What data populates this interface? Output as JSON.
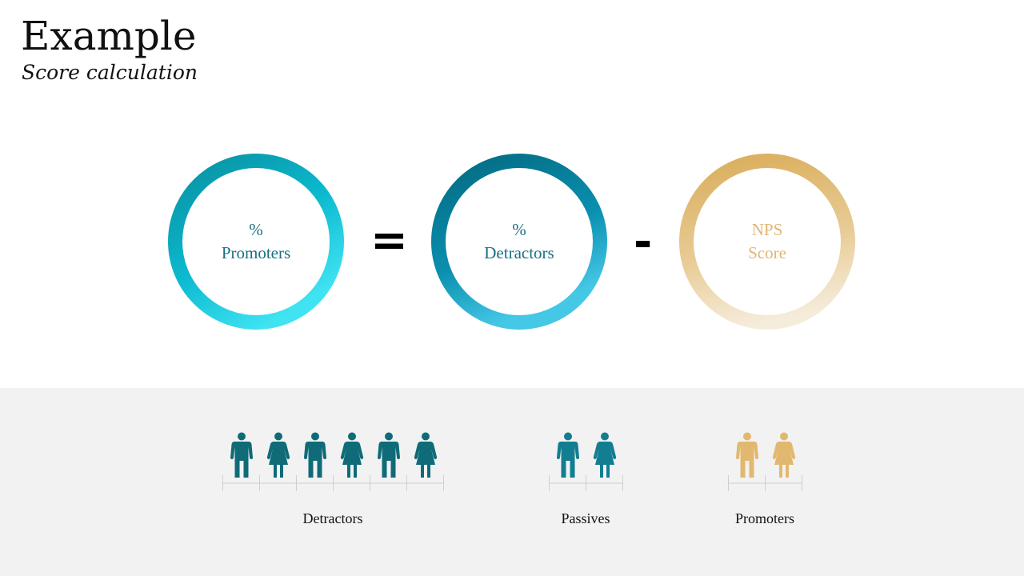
{
  "header": {
    "title": "Example",
    "subtitle": "Score calculation"
  },
  "formula": {
    "circles": [
      {
        "line1": "%",
        "line2": "Promoters",
        "text_color": "#1a6f82"
      },
      {
        "line1": "%",
        "line2": "Detractors",
        "text_color": "#1a6f82"
      },
      {
        "line1": "NPS",
        "line2": "Score",
        "text_color": "#e0b772"
      }
    ],
    "operators": [
      "=",
      "-"
    ]
  },
  "groups": [
    {
      "label": "Detractors",
      "count": 6,
      "color": "#0f6b78"
    },
    {
      "label": "Passives",
      "count": 2,
      "color": "#137d92"
    },
    {
      "label": "Promoters",
      "count": 2,
      "color": "#e2b870"
    }
  ],
  "colors": {
    "teal_light": "#0bd8ec",
    "teal_dark": "#046a82",
    "gold": "#ddb163",
    "band": "#f2f2f2"
  }
}
